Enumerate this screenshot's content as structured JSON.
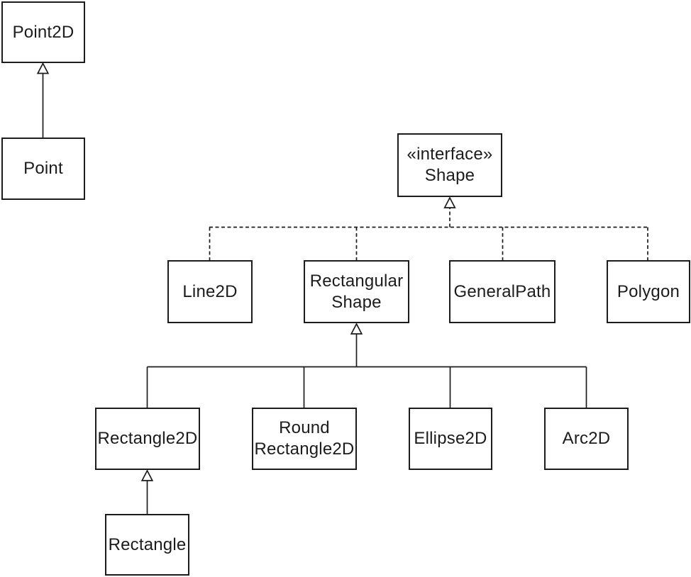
{
  "diagram": {
    "type": "uml-class-diagram",
    "subject": "Java 2D shape class hierarchy",
    "colors": {
      "line": "#1c1c1c",
      "background": "#ffffff",
      "box_fill": "#ffffff"
    },
    "nodes": {
      "point2d": "Point2D",
      "point": "Point",
      "shape": "«interface»\nShape",
      "line2d": "Line2D",
      "rectangular_shape": "Rectangular\nShape",
      "generalpath": "GeneralPath",
      "polygon": "Polygon",
      "rectangle2d": "Rectangle2D",
      "round_rectangle2d": "Round\nRectangle2D",
      "ellipse2d": "Ellipse2D",
      "arc2d": "Arc2D",
      "rectangle": "Rectangle"
    },
    "edges": [
      {
        "from": "Point",
        "to": "Point2D",
        "type": "generalization",
        "line": "solid",
        "arrow": "hollow-triangle"
      },
      {
        "from": "Line2D",
        "to": "Shape",
        "type": "realization",
        "line": "dashed",
        "arrow": "hollow-triangle"
      },
      {
        "from": "RectangularShape",
        "to": "Shape",
        "type": "realization",
        "line": "dashed",
        "arrow": "hollow-triangle"
      },
      {
        "from": "GeneralPath",
        "to": "Shape",
        "type": "realization",
        "line": "dashed",
        "arrow": "hollow-triangle"
      },
      {
        "from": "Polygon",
        "to": "Shape",
        "type": "realization",
        "line": "dashed",
        "arrow": "hollow-triangle"
      },
      {
        "from": "Rectangle2D",
        "to": "RectangularShape",
        "type": "generalization",
        "line": "solid",
        "arrow": "hollow-triangle"
      },
      {
        "from": "RoundRectangle2D",
        "to": "RectangularShape",
        "type": "generalization",
        "line": "solid",
        "arrow": "hollow-triangle"
      },
      {
        "from": "Ellipse2D",
        "to": "RectangularShape",
        "type": "generalization",
        "line": "solid",
        "arrow": "hollow-triangle"
      },
      {
        "from": "Arc2D",
        "to": "RectangularShape",
        "type": "generalization",
        "line": "solid",
        "arrow": "hollow-triangle"
      },
      {
        "from": "Rectangle",
        "to": "Rectangle2D",
        "type": "generalization",
        "line": "solid",
        "arrow": "hollow-triangle"
      }
    ]
  }
}
